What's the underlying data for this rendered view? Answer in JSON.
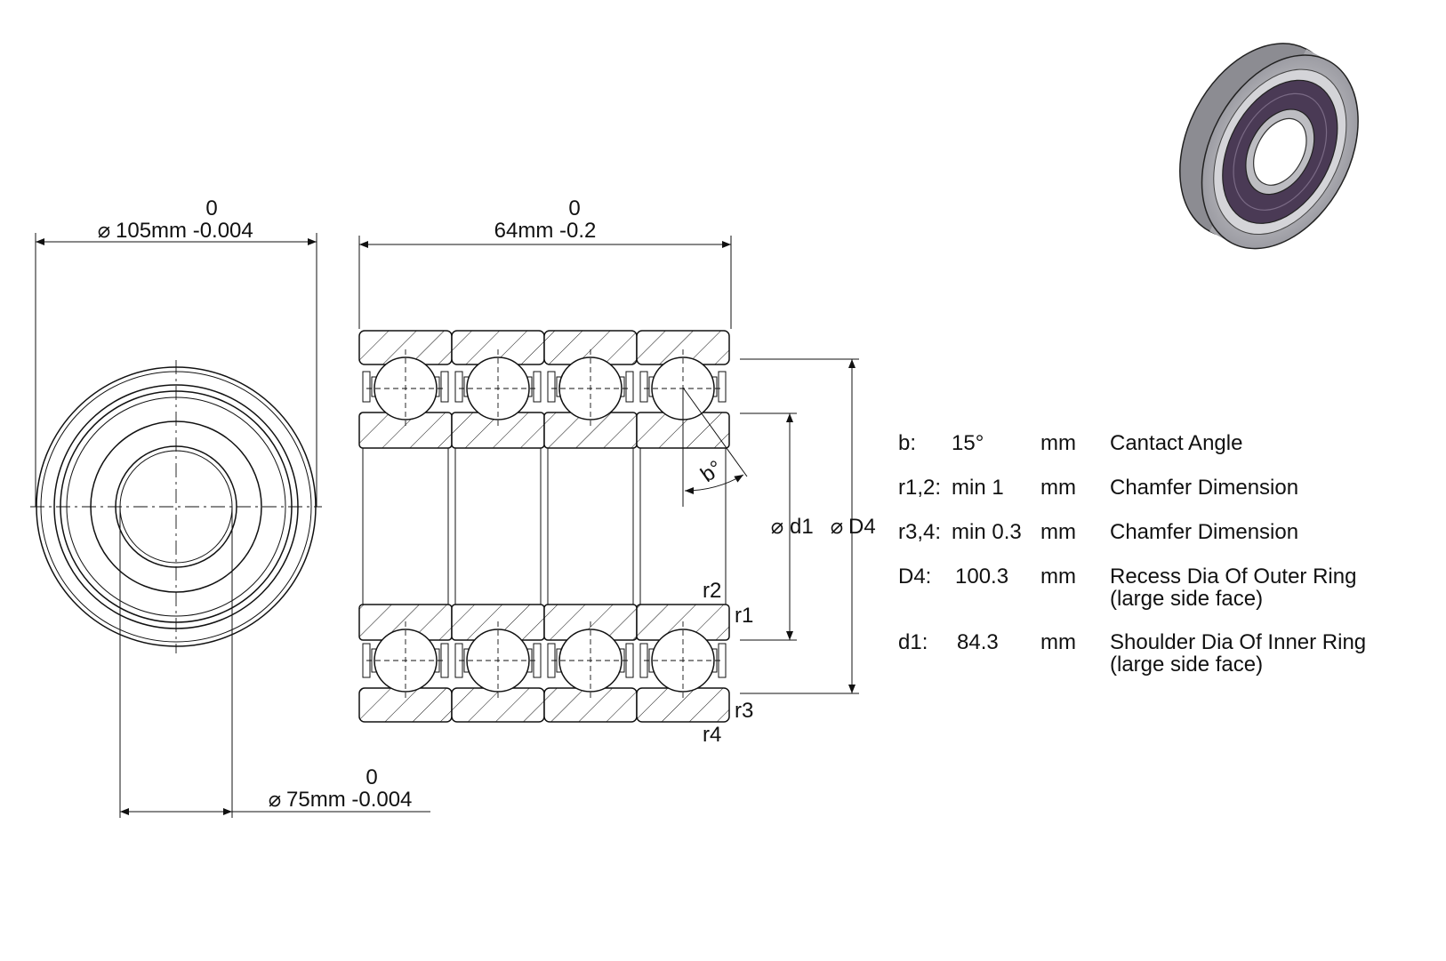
{
  "dimensions": {
    "outer_diameter": {
      "symbol": "⌀",
      "value": "105mm -0.004",
      "upper": "0"
    },
    "width": {
      "value": "64mm -0.2",
      "upper": "0"
    },
    "bore_diameter": {
      "symbol": "⌀",
      "value": "75mm -0.004",
      "upper": "0"
    },
    "d1_label": "d1",
    "d4_label": "D4",
    "diameter_symbol": "⌀",
    "angle_label": "b°",
    "chamfer_labels": {
      "r1": "r1",
      "r2": "r2",
      "r3": "r3",
      "r4": "r4"
    }
  },
  "spec_table": [
    {
      "param": "b:",
      "value": "15°",
      "unit": "mm",
      "description": "Cantact Angle",
      "description2": ""
    },
    {
      "param": "r1,2:",
      "value": "min 1",
      "unit": "mm",
      "description": "Chamfer Dimension",
      "description2": ""
    },
    {
      "param": "r3,4:",
      "value": "min 0.3",
      "unit": "mm",
      "description": "Chamfer Dimension",
      "description2": ""
    },
    {
      "param": "D4:",
      "value": "100.3",
      "unit": "mm",
      "description": "Recess Dia Of Outer Ring",
      "description2": "(large side face)"
    },
    {
      "param": "d1:",
      "value": "84.3",
      "unit": "mm",
      "description": "Shoulder Dia Of Inner Ring",
      "description2": "(large side face)"
    }
  ],
  "colors": {
    "line": "#111111",
    "seal": "#4a3a55",
    "ring": "#c8c8cc"
  }
}
